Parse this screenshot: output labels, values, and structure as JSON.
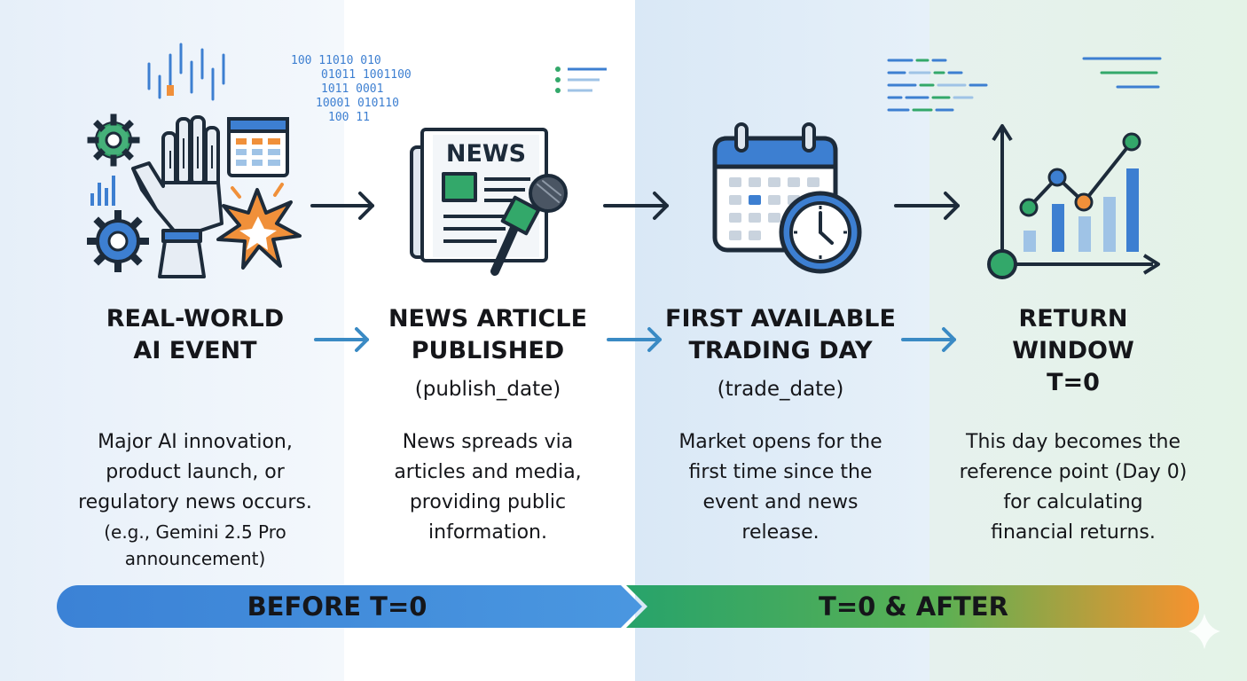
{
  "steps": [
    {
      "title_line1": "REAL-WORLD",
      "title_line2": "AI EVENT",
      "desc_lines": [
        "Major AI innovation,",
        "product launch, or",
        "regulatory news occurs."
      ],
      "note_lines": [
        "(e.g., Gemini 2.5 Pro",
        "announcement)"
      ],
      "icon": "robot-hand-icon"
    },
    {
      "title_line1": "NEWS ARTICLE",
      "title_line2": "PUBLISHED",
      "subtitle": "(publish_date)",
      "desc_lines": [
        "News spreads via",
        "articles and media,",
        "providing public",
        "information."
      ],
      "icon": "newspaper-microphone-icon",
      "icon_text": "NEWS"
    },
    {
      "title_line1": "FIRST AVAILABLE",
      "title_line2": "TRADING DAY",
      "subtitle": "(trade_date)",
      "desc_lines": [
        "Market opens for the",
        "first time since the",
        "event and news",
        "release."
      ],
      "icon": "calendar-clock-icon"
    },
    {
      "title_line1": "RETURN",
      "title_line2": "WINDOW",
      "title_line3": "T=0",
      "desc_lines": [
        "This day becomes the",
        "reference point (Day 0)",
        "for calculating",
        "financial returns."
      ],
      "icon": "growth-chart-icon"
    }
  ],
  "binary_lines": [
    "100 11010 010",
    "01011 1001100",
    "1011 0001",
    "10001 010110",
    "100 11"
  ],
  "timeline": {
    "before_label": "BEFORE T=0",
    "after_label": "T=0 & AFTER"
  },
  "colors": {
    "dark_navy": "#1d2b3a",
    "blue": "#3d7fd1",
    "green": "#33a86a",
    "orange": "#f0903a",
    "arrow_blue": "#3a8ac4",
    "light_blue": "#9fc3e6"
  }
}
